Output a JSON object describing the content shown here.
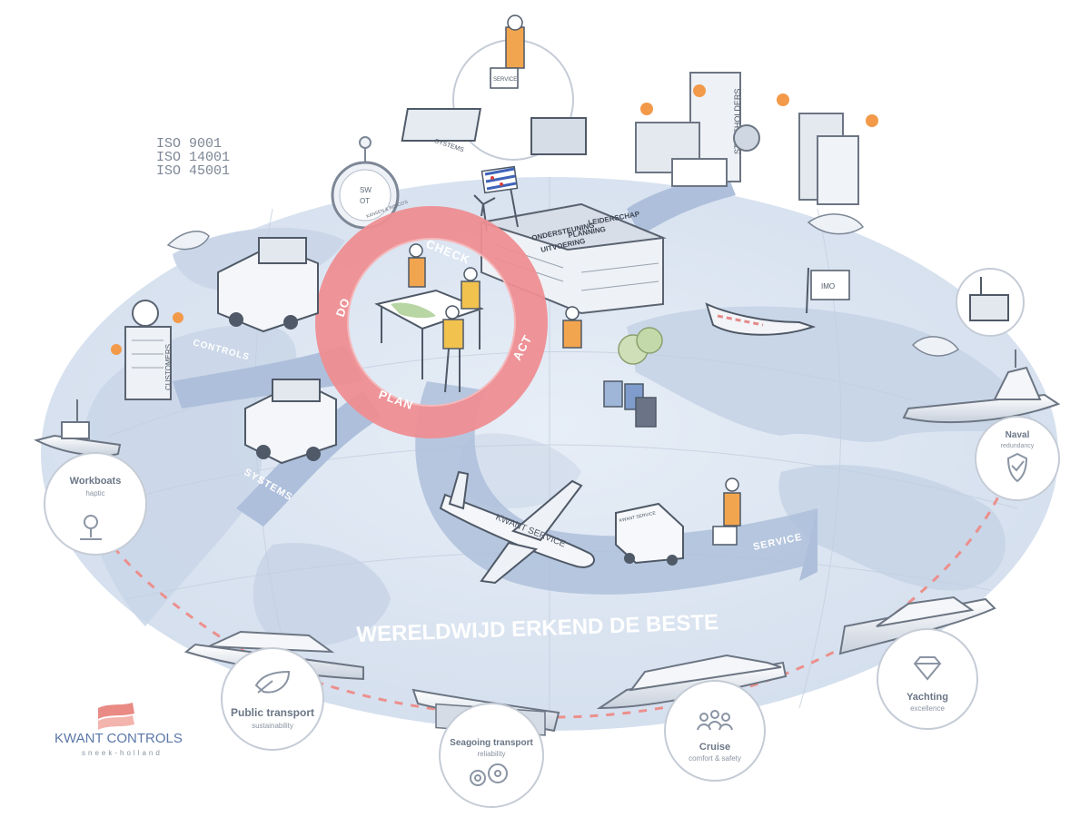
{
  "iso": [
    "ISO   9001",
    "ISO  14001",
    "ISO  45001"
  ],
  "compass_label": "KANSEN & RISICO'S",
  "compass_letters": {
    "s": "SW",
    "o": "OT"
  },
  "stakeholders_label": "STAKEHOLDERS",
  "customers_label": "CUSTOMERS",
  "building_signs": [
    "LEIDERSCHAP",
    "PLANNING",
    "ONDERSTEUNING",
    "UITVOERING"
  ],
  "pdca": {
    "do": "DO",
    "check": "CHECK",
    "act": "ACT",
    "plan": "PLAN"
  },
  "flow_labels": {
    "controls": "CONTROLS",
    "systems": "SYSTEMS",
    "service": "SERVICE"
  },
  "machine_labels": {
    "systems": "SYSTEMS",
    "service_case": "SERVICE"
  },
  "airplane_label": "KWANT SERVICE",
  "van_label": "KWANT SERVICE",
  "imo_label": "IMO",
  "headline": "WERELDWIJD ERKEND DE BESTE",
  "markets": [
    {
      "title": "Workboats",
      "sub": "haptic",
      "icon": "joystick-icon"
    },
    {
      "title": "Naval",
      "sub": "redundancy",
      "icon": "shield-check-icon"
    },
    {
      "title": "Public transport",
      "sub": "sustainability",
      "icon": "leaf-icon"
    },
    {
      "title": "Seagoing transport",
      "sub": "reliability",
      "icon": "gears-icon"
    },
    {
      "title": "Cruise",
      "sub": "comfort & safety",
      "icon": "people-icon"
    },
    {
      "title": "Yachting",
      "sub": "excellence",
      "icon": "diamond-icon"
    }
  ],
  "logo": {
    "name": "KWANT CONTROLS",
    "tagline": "sneek-holland"
  },
  "colors": {
    "globe": "#dfe7f2",
    "flow": "#aebfdb",
    "pdca_ring": "#ee8e92",
    "dots": "#ec8f8c",
    "accent_orange": "#f29a4a",
    "logo_blue": "#5b78a8"
  }
}
